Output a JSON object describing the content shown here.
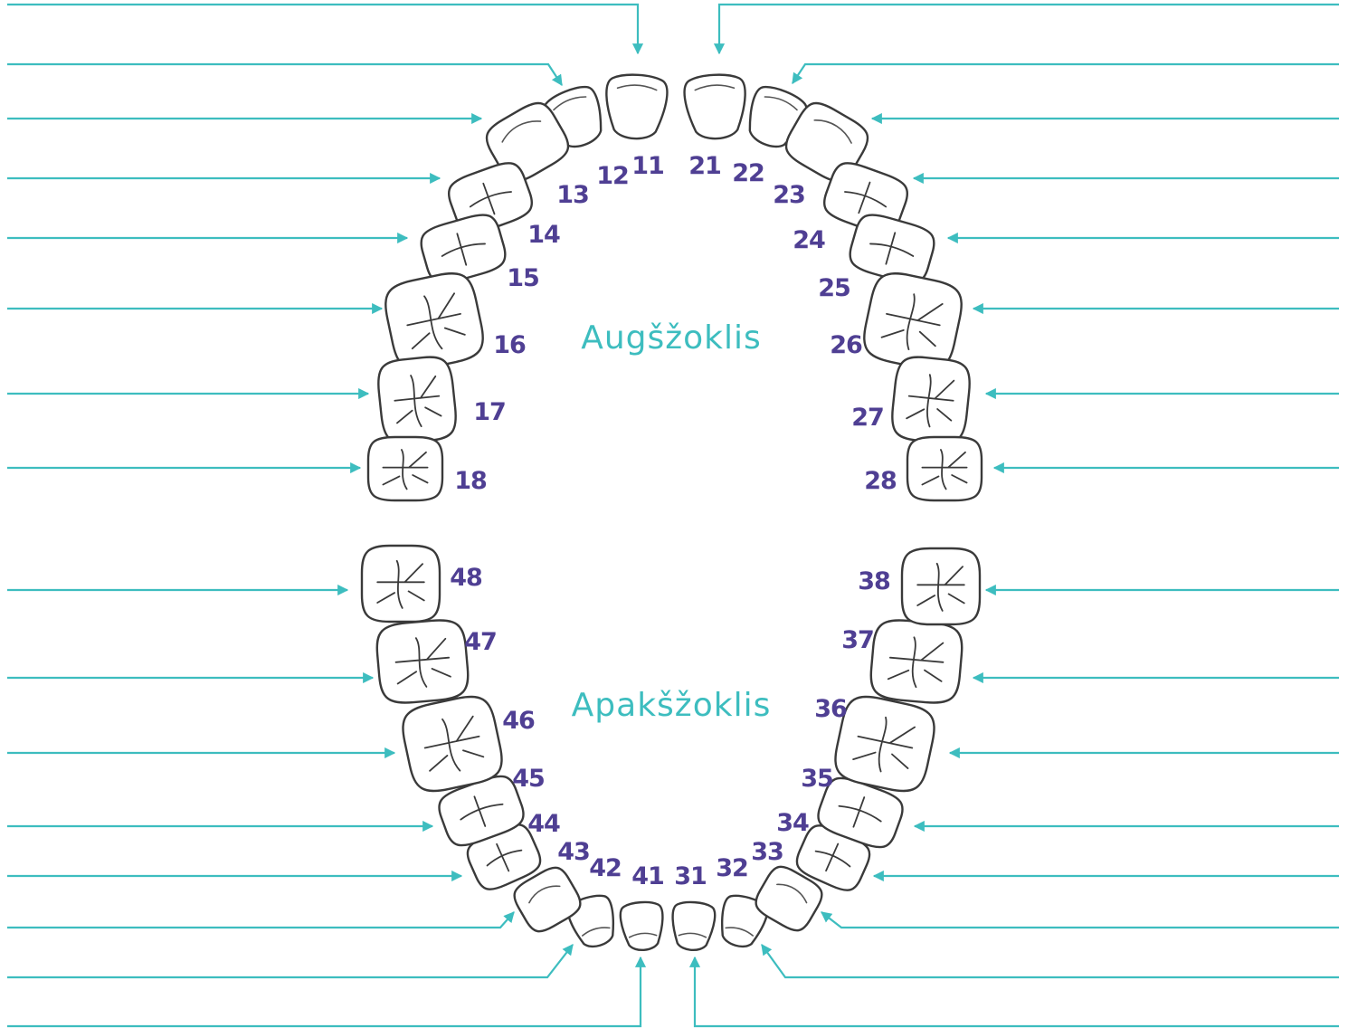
{
  "jaw_labels": {
    "upper": "Augšžoklis",
    "lower": "Apakšžoklis"
  },
  "colors": {
    "leader_line": "#3dbdbf",
    "tooth_number": "#4f3f93",
    "jaw_label": "#3dbdbf",
    "tooth_outline": "#3a3a3a"
  },
  "upper_teeth": [
    "11",
    "12",
    "13",
    "14",
    "15",
    "16",
    "17",
    "18",
    "21",
    "22",
    "23",
    "24",
    "25",
    "26",
    "27",
    "28"
  ],
  "lower_teeth": [
    "31",
    "32",
    "33",
    "34",
    "35",
    "36",
    "37",
    "38",
    "41",
    "42",
    "43",
    "44",
    "45",
    "46",
    "47",
    "48"
  ]
}
